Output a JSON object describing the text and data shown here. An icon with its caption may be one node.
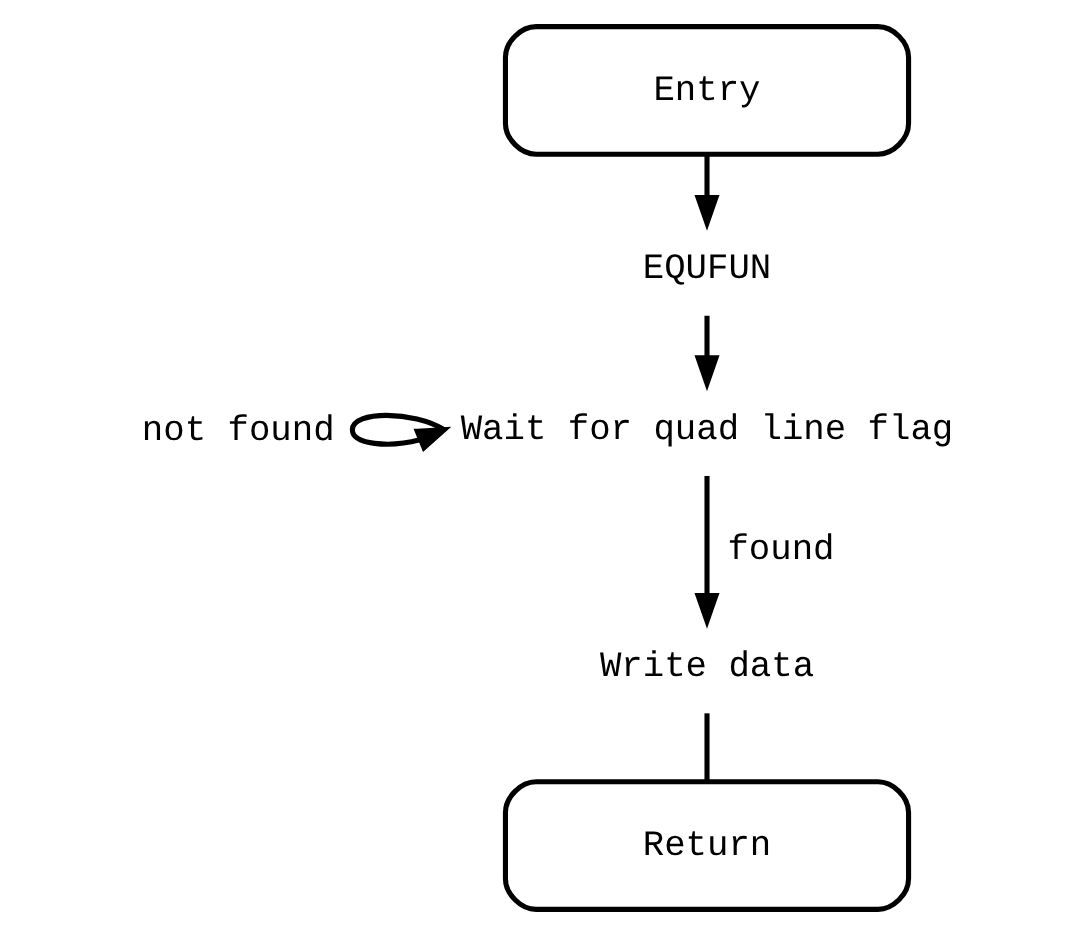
{
  "diagram": {
    "nodes": [
      {
        "text": [
          "Entry"
        ]
      },
      {
        "text": [
          "EQUFUN"
        ]
      },
      {
        "text": [
          "Wait for quad line flag"
        ]
      },
      {
        "text": [
          "Write data"
        ]
      },
      {
        "text": [
          "Return"
        ]
      }
    ],
    "edges": [
      {
        "from": 0,
        "to": 1,
        "arrow": "to"
      },
      {
        "from": 1,
        "to": 2,
        "arrow": "to"
      },
      {
        "from": 2,
        "to": 2,
        "arrow": "to",
        "label": "not found"
      },
      {
        "from": 2,
        "to": 3,
        "arrow": "to",
        "label": "found"
      },
      {
        "from": 3,
        "to": 4,
        "arrow": "none"
      }
    ]
  }
}
